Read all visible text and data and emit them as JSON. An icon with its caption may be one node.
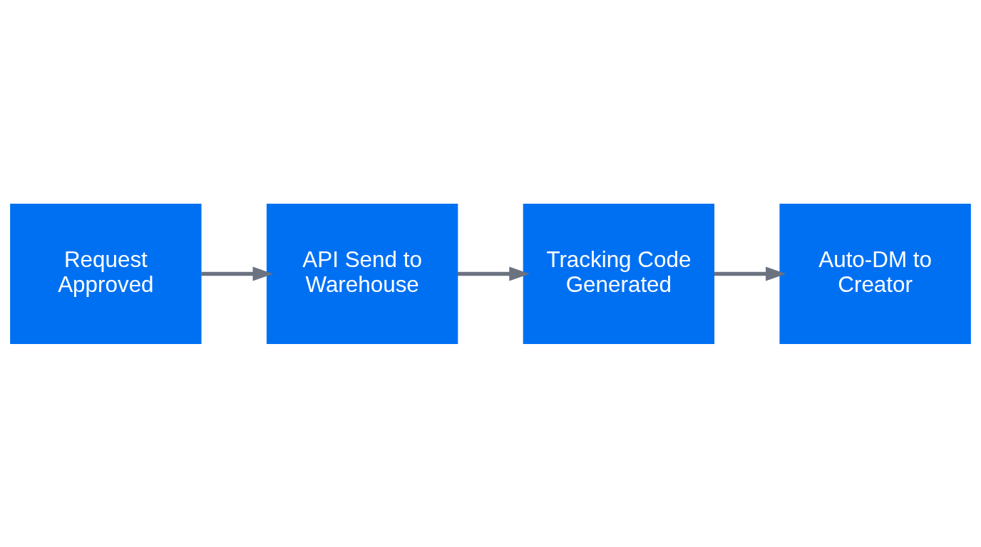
{
  "diagram": {
    "nodes": [
      {
        "text": [
          "Request Approved"
        ]
      },
      {
        "text": [
          "API Send to Warehouse"
        ]
      },
      {
        "text": [
          "Tracking Code Generated"
        ]
      },
      {
        "text": [
          "Auto-DM to Creator"
        ]
      }
    ],
    "edges": [
      {
        "from": 0,
        "to": 1,
        "arrow": "to"
      },
      {
        "from": 1,
        "to": 2,
        "arrow": "to"
      },
      {
        "from": 2,
        "to": 3,
        "arrow": "to"
      }
    ]
  }
}
